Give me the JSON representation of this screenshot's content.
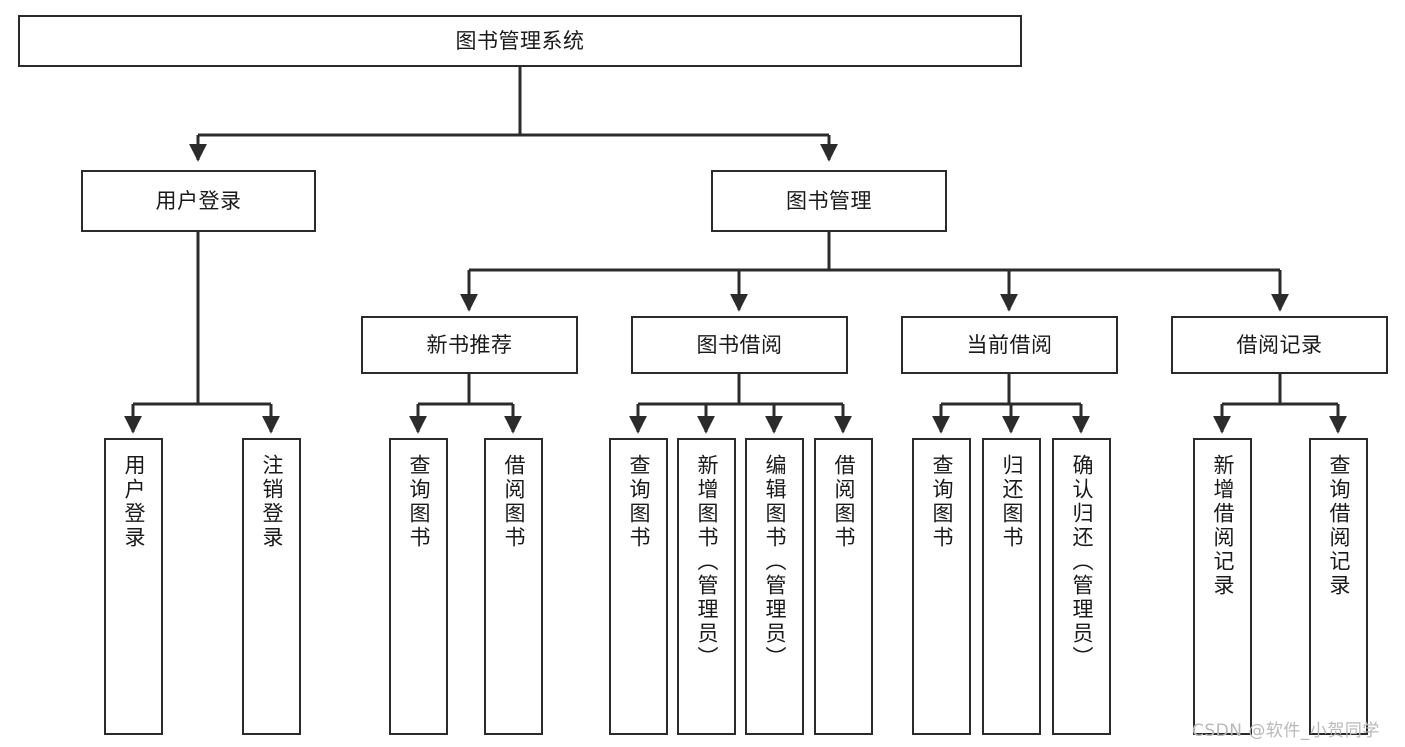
{
  "diagram": {
    "type": "tree",
    "title": "图书管理系统",
    "watermark": "CSDN @软件_小贺同学",
    "colors": {
      "box_border": "#2b2b2b",
      "box_fill": "#ffffff",
      "connector": "#2b2b2b",
      "text": "#1a1a1a",
      "watermark": "#b9b9b9",
      "background": "#ffffff"
    },
    "nodes": {
      "root": {
        "label": "图书管理系统"
      },
      "level2": [
        {
          "label": "用户登录"
        },
        {
          "label": "图书管理"
        }
      ],
      "level3": [
        {
          "label": "新书推荐"
        },
        {
          "label": "图书借阅"
        },
        {
          "label": "当前借阅"
        },
        {
          "label": "借阅记录"
        }
      ],
      "leaves": {
        "user_login": [
          {
            "label": "用户登录"
          },
          {
            "label": "注销登录"
          }
        ],
        "new_book_recommend": [
          {
            "label": "查询图书"
          },
          {
            "label": "借阅图书"
          }
        ],
        "book_borrow": [
          {
            "label": "查询图书"
          },
          {
            "label": "新增图书（管理员）"
          },
          {
            "label": "编辑图书（管理员）"
          },
          {
            "label": "借阅图书"
          }
        ],
        "current_borrow": [
          {
            "label": "查询图书"
          },
          {
            "label": "归还图书"
          },
          {
            "label": "确认归还（管理员）"
          }
        ],
        "borrow_record": [
          {
            "label": "新增借阅记录"
          },
          {
            "label": "查询借阅记录"
          }
        ]
      }
    }
  }
}
